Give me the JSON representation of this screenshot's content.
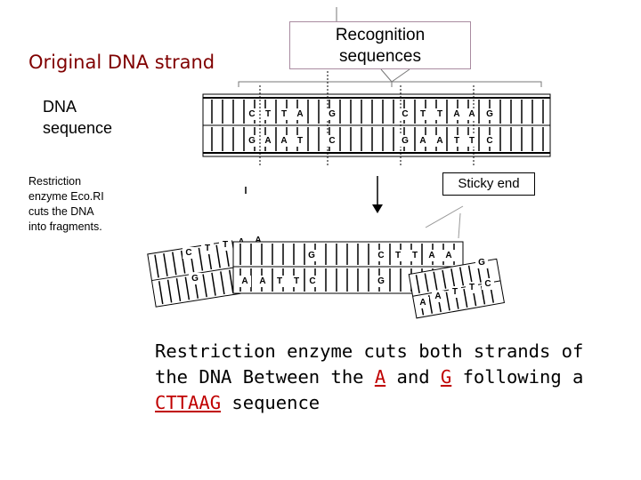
{
  "labels": {
    "original_strand": "Original DNA strand",
    "recognition_line1": "Recognition",
    "recognition_line2": "sequences",
    "dna_sequence_line1": "DNA",
    "dna_sequence_line2": "sequence",
    "enzyme_line1": "Restriction",
    "enzyme_line2": "enzyme Eco.RI",
    "enzyme_line3": "cuts the DNA",
    "enzyme_line4": "into fragments.",
    "sticky_end": "Sticky end"
  },
  "caption": {
    "part1": "Restriction enzyme cuts both strands of the DNA Between the ",
    "a": "A",
    "and": " and ",
    "g": "G",
    "part2": " following a ",
    "seq": "CTTAAG",
    "part3": " sequence"
  },
  "strand": {
    "top_bases_1": [
      "C",
      "T",
      "T",
      "A",
      "G"
    ],
    "bottom_bases_1": [
      "G",
      "A",
      "A",
      "T",
      "C"
    ],
    "top_bases_2": [
      "C",
      "T",
      "T",
      "A",
      "A",
      "G"
    ],
    "bottom_bases_2": [
      "G",
      "A",
      "A",
      "T",
      "T",
      "C"
    ]
  },
  "fragments": {
    "left_top": [
      "C",
      "T",
      "T",
      "A",
      "A"
    ],
    "left_bottom": [
      "G"
    ],
    "mid_top_g": "G",
    "mid_bottom": [
      "A",
      "A",
      "T",
      "T",
      "C"
    ],
    "mid_top": [
      "C",
      "T",
      "T",
      "A",
      "A"
    ],
    "mid_bottom_g": "G",
    "right_bottom": [
      "A",
      "A",
      "T",
      "T",
      "C"
    ],
    "right_top_g": "G"
  },
  "colors": {
    "title": "#800000",
    "highlight": "#c00000"
  }
}
